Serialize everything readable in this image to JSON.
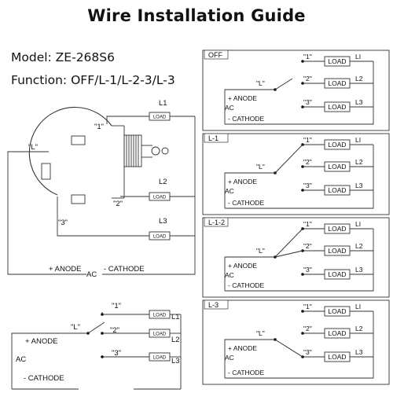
{
  "title": "Wire Installation Guide",
  "model": "Model: ZE-268S6",
  "function": "Function: OFF/L-1/L-2-3/L-3",
  "load_label": "LOAD",
  "main_diagram": {
    "terminals": [
      "\"1\"",
      "\"2\"",
      "\"3\"",
      "\"L\""
    ],
    "lines": [
      "L1",
      "L2",
      "L3"
    ],
    "anode": "+ ANODE",
    "ac": "AC",
    "cathode": "- CATHODE"
  },
  "schematic": {
    "common": "\"L\"",
    "anode": "+ ANODE",
    "ac": "AC",
    "cathode": "- CATHODE",
    "positions": [
      "\"1\"",
      "\"2\"",
      "\"3\""
    ],
    "lines": [
      "L1",
      "L2",
      "L3"
    ]
  },
  "panels": [
    {
      "label": "OFF",
      "lines": [
        "LI",
        "L2",
        "L3"
      ]
    },
    {
      "label": "L-1",
      "lines": [
        "LI",
        "L2",
        "L3"
      ]
    },
    {
      "label": "L-1-2",
      "lines": [
        "LI",
        "L2",
        "L3"
      ]
    },
    {
      "label": "L-3",
      "lines": [
        "LI",
        "L2",
        "L3"
      ]
    }
  ],
  "panel_terminal_labels": [
    "\"1\"",
    "\"2\"",
    "\"3\""
  ],
  "panel_common": "\"L\"",
  "panel_anode": "+ ANODE",
  "panel_ac": "AC",
  "panel_cathode": "- CATHODE"
}
